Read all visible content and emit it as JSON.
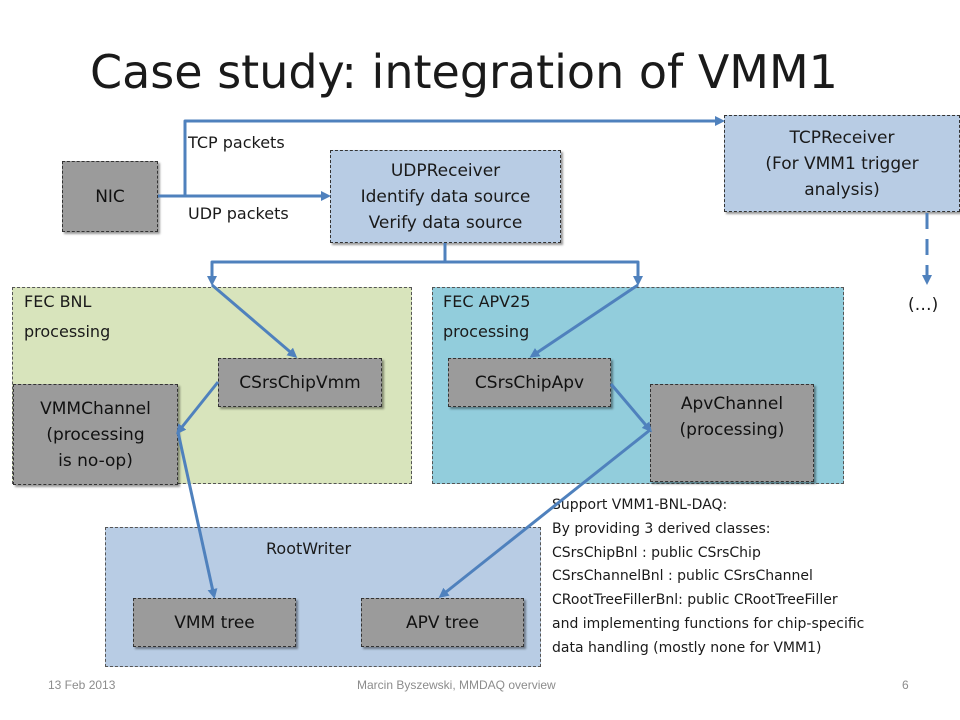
{
  "title": "Case study: integration of VMM1",
  "labels": {
    "tcp_packets": "TCP packets",
    "udp_packets": "UDP packets",
    "ellipsis": "(…)"
  },
  "boxes": {
    "nic": "NIC",
    "udp_receiver": "UDPReceiver\nIdentify data source\nVerify data source",
    "tcp_receiver": "TCPReceiver\n(For VMM1 trigger\nanalysis)",
    "csrs_chip_vmm": "CSrsChipVmm",
    "csrs_chip_apv": "CSrsChipApv",
    "vmm_channel": "VMMChannel\n(processing\nis no-op)",
    "apv_channel": "ApvChannel\n(processing)",
    "vmm_tree": "VMM tree",
    "apv_tree": "APV tree"
  },
  "regions": {
    "fec_bnl": "FEC BNL\nprocessing",
    "fec_apv25": "FEC APV25\nprocessing",
    "root_writer": "RootWriter"
  },
  "note": [
    "Support VMM1-BNL-DAQ:",
    "By providing 3 derived classes:",
    "CSrsChipBnl  : public CSrsChip",
    "CSrsChannelBnl  : public CSrsChannel",
    "CRootTreeFillerBnl:  public CRootTreeFiller",
    "and implementing functions for chip-specific",
    "data handling (mostly none for VMM1)"
  ],
  "footer": {
    "date": "13 Feb 2013",
    "author": "Marcin Byszewski, MMDAQ overview",
    "page": "6"
  },
  "colors": {
    "arrow": "#4f81bd",
    "blue_box": "#b8cce4",
    "gray_box": "#9b9b9b",
    "fec_bnl_bg": "#d8e4bc",
    "fec_apv25_bg": "#92cddc"
  }
}
